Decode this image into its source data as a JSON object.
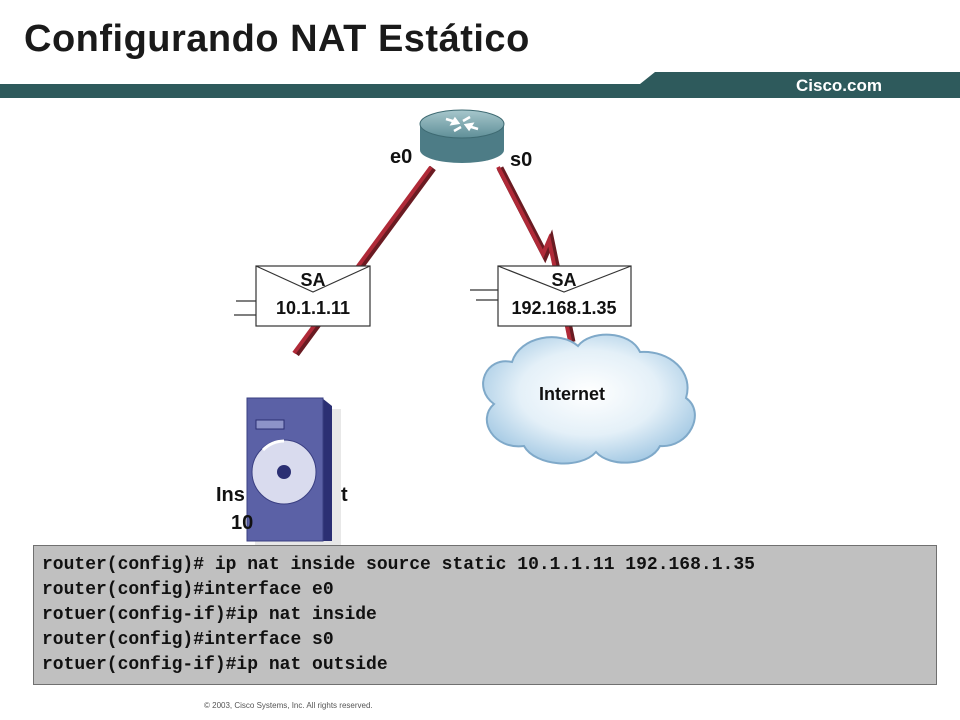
{
  "title": "Configurando NAT Estático",
  "brand": "Cisco.com",
  "router": {
    "iface_inside": "e0",
    "iface_outside": "s0"
  },
  "packets": [
    {
      "label": "SA",
      "address": "10.1.1.11"
    },
    {
      "label": "SA",
      "address": "192.168.1.35"
    }
  ],
  "cloud": {
    "label": "Internet"
  },
  "host": {
    "line1": "Ins",
    "line1_end": "t",
    "line2": "10"
  },
  "cli": {
    "lines": [
      "router(config)# ip nat inside source static 10.1.1.11 192.168.1.35",
      "router(config)#interface e0",
      "rotuer(config-if)#ip nat inside",
      "router(config)#interface s0",
      "rotuer(config-if)#ip nat outside"
    ]
  },
  "copyright": "© 2003, Cisco Systems, Inc. All rights reserved.",
  "colors": {
    "header_bar": "#2e5a5c",
    "link": "#a52a35",
    "router": "#6f9ea7",
    "server": "#5b61a6",
    "cloud": "#a9cde6",
    "cli_bg": "#c0c0c0"
  }
}
